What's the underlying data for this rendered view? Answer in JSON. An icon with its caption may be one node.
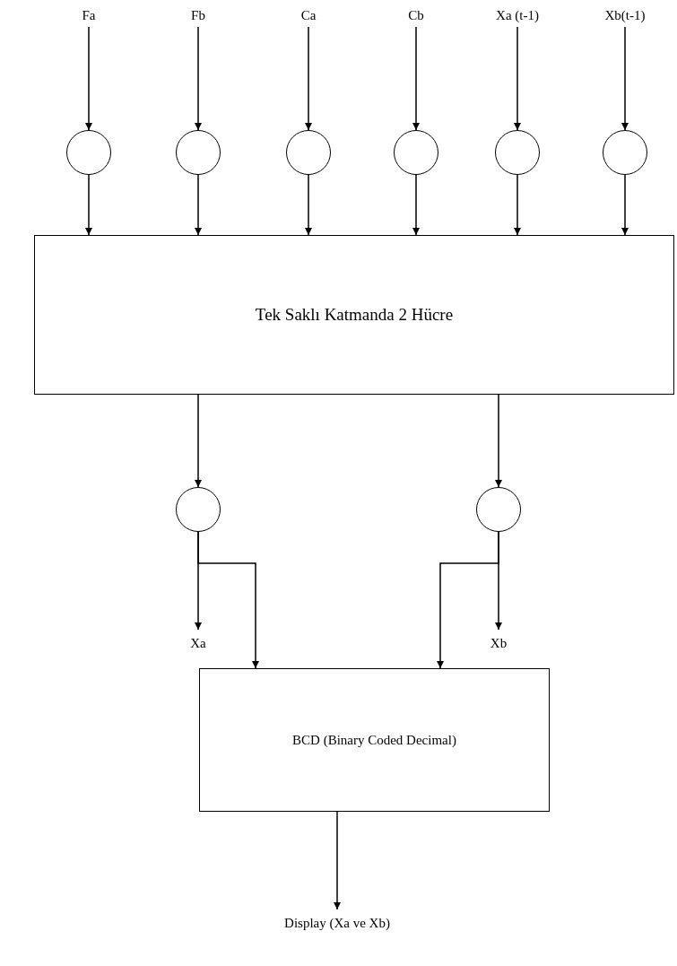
{
  "diagram": {
    "nodes": [
      {
        "text": [
          "Fa"
        ]
      },
      {
        "text": [
          "Fb"
        ]
      },
      {
        "text": [
          "Ca"
        ]
      },
      {
        "text": [
          "Cb"
        ]
      },
      {
        "text": [
          "Xa (t-1)"
        ]
      },
      {
        "text": [
          "Xb(t-1)"
        ]
      },
      {
        "text": [],
        "shape": "circle"
      },
      {
        "text": [],
        "shape": "circle"
      },
      {
        "text": [],
        "shape": "circle"
      },
      {
        "text": [],
        "shape": "circle"
      },
      {
        "text": [],
        "shape": "circle"
      },
      {
        "text": [],
        "shape": "circle"
      },
      {
        "text": [
          "Tek Saklı Katmanda 2 Hücre"
        ]
      },
      {
        "text": [],
        "shape": "circle"
      },
      {
        "text": [],
        "shape": "circle"
      },
      {
        "text": [
          "Xa"
        ]
      },
      {
        "text": [
          "Xb"
        ]
      },
      {
        "text": [
          "BCD (Binary Coded Decimal)"
        ]
      },
      {
        "text": [
          "Display (Xa ve Xb)"
        ]
      }
    ],
    "edges": [
      {
        "from": 0,
        "to": 6,
        "arrow": "to"
      },
      {
        "from": 1,
        "to": 7,
        "arrow": "to"
      },
      {
        "from": 2,
        "to": 8,
        "arrow": "to"
      },
      {
        "from": 3,
        "to": 9,
        "arrow": "to"
      },
      {
        "from": 4,
        "to": 10,
        "arrow": "to"
      },
      {
        "from": 5,
        "to": 11,
        "arrow": "to"
      },
      {
        "from": 6,
        "to": 12,
        "arrow": "to"
      },
      {
        "from": 7,
        "to": 12,
        "arrow": "to"
      },
      {
        "from": 8,
        "to": 12,
        "arrow": "to"
      },
      {
        "from": 9,
        "to": 12,
        "arrow": "to"
      },
      {
        "from": 10,
        "to": 12,
        "arrow": "to"
      },
      {
        "from": 11,
        "to": 12,
        "arrow": "to"
      },
      {
        "from": 12,
        "to": 13,
        "arrow": "to"
      },
      {
        "from": 12,
        "to": 14,
        "arrow": "to"
      },
      {
        "from": 13,
        "to": 15,
        "arrow": "to"
      },
      {
        "from": 13,
        "to": 17,
        "arrow": "to"
      },
      {
        "from": 14,
        "to": 16,
        "arrow": "to"
      },
      {
        "from": 14,
        "to": 17,
        "arrow": "to"
      },
      {
        "from": 17,
        "to": 18,
        "arrow": "to"
      }
    ]
  }
}
